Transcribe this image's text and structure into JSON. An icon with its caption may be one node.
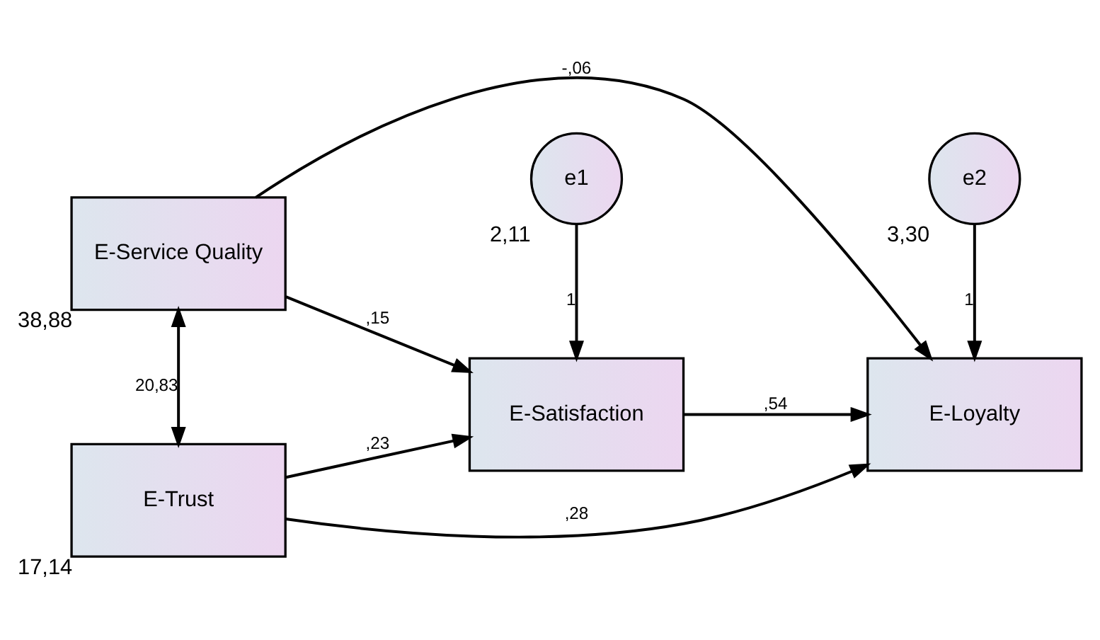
{
  "diagram": {
    "nodes": [
      {
        "text": [
          "e1"
        ],
        "beside": [
          "2,11"
        ]
      },
      {
        "text": [
          "e2"
        ],
        "beside": [
          "3,30"
        ]
      },
      {
        "text": [
          "E-Trust"
        ],
        "beside": [
          "17,14"
        ]
      },
      {
        "text": [
          "E-Satisfaction"
        ]
      },
      {
        "text": [
          "E-Loyalty"
        ]
      },
      {
        "text": [
          "E-Service Quality"
        ],
        "beside": [
          "38,88"
        ]
      }
    ],
    "edges": [
      {
        "from": 5,
        "to": 2,
        "arrow": "both",
        "label": "20,83"
      },
      {
        "from": 2,
        "to": 3,
        "arrow": "to",
        "label": ",23"
      },
      {
        "from": 2,
        "to": 4,
        "arrow": "to",
        "label": ",28"
      },
      {
        "from": 0,
        "to": 3,
        "arrow": "to",
        "label": "1"
      },
      {
        "from": 1,
        "to": 4,
        "arrow": "to",
        "label": "1"
      },
      {
        "from": 3,
        "to": 4,
        "arrow": "to",
        "label": ",54"
      },
      {
        "from": 5,
        "to": 3,
        "arrow": "to",
        "label": ",15"
      },
      {
        "from": 5,
        "to": 4,
        "arrow": "to",
        "label": "-,06"
      }
    ]
  }
}
